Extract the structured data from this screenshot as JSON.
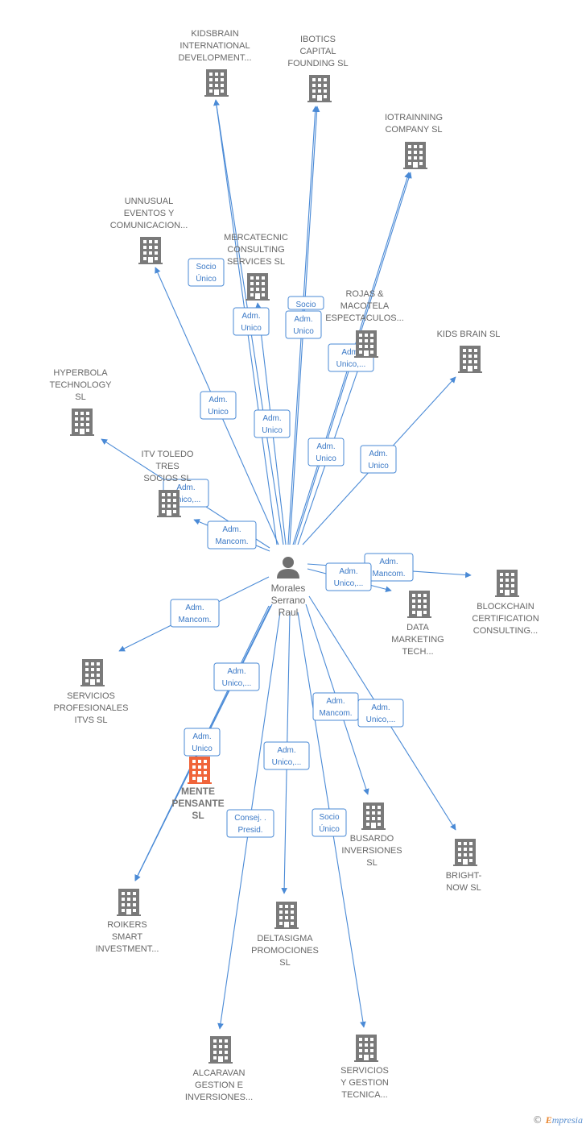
{
  "center": {
    "label": [
      "Morales",
      "Serrano",
      "Raul"
    ],
    "icon": "person-icon"
  },
  "nodes": [
    {
      "id": "kidsbrain-intl",
      "label": [
        "KIDSBRAIN",
        "INTERNATIONAL",
        "DEVELOPMENT..."
      ],
      "icon": "building-icon"
    },
    {
      "id": "ibotics",
      "label": [
        "IBOTICS",
        "CAPITAL",
        "FOUNDING  SL"
      ],
      "icon": "building-icon"
    },
    {
      "id": "iotrainning",
      "label": [
        "IOTRAINNING",
        "COMPANY  SL"
      ],
      "icon": "building-icon"
    },
    {
      "id": "unnusual",
      "label": [
        "UNNUSUAL",
        "EVENTOS Y",
        "COMUNICACION..."
      ],
      "icon": "building-icon"
    },
    {
      "id": "mercatecnic",
      "label": [
        "MERCATECNIC",
        "CONSULTING",
        "SERVICES  SL"
      ],
      "icon": "building-icon"
    },
    {
      "id": "rojas",
      "label": [
        "ROJAS &",
        "MACOTELA",
        "ESPECTACULOS..."
      ],
      "icon": "building-icon"
    },
    {
      "id": "kids-brain",
      "label": [
        "KIDS BRAIN SL"
      ],
      "icon": "building-icon"
    },
    {
      "id": "hyperbola",
      "label": [
        "HYPERBOLA",
        "TECHNOLOGY",
        "SL"
      ],
      "icon": "building-icon"
    },
    {
      "id": "itv-toledo",
      "label": [
        "ITV TOLEDO",
        "TRES",
        "SOCIOS SL"
      ],
      "icon": "building-icon"
    },
    {
      "id": "blockchain",
      "label": [
        "BLOCKCHAIN",
        "CERTIFICATION",
        "CONSULTING..."
      ],
      "icon": "building-icon"
    },
    {
      "id": "data-marketing",
      "label": [
        "DATA",
        "MARKETING",
        "TECH..."
      ],
      "icon": "building-icon"
    },
    {
      "id": "servicios-prof",
      "label": [
        "SERVICIOS",
        "PROFESIONALES",
        "ITVS SL"
      ],
      "icon": "building-icon"
    },
    {
      "id": "mente-pensante",
      "label": [
        "MENTE",
        "PENSANTE",
        "SL"
      ],
      "icon": "building-icon",
      "highlight": true
    },
    {
      "id": "busardo",
      "label": [
        "BUSARDO",
        "INVERSIONES",
        "SL"
      ],
      "icon": "building-icon"
    },
    {
      "id": "bright-now",
      "label": [
        "BRIGHT-",
        "NOW  SL"
      ],
      "icon": "building-icon"
    },
    {
      "id": "roikers",
      "label": [
        "ROIKERS",
        "SMART",
        "INVESTMENT..."
      ],
      "icon": "building-icon"
    },
    {
      "id": "deltasigma",
      "label": [
        "DELTASIGMA",
        "PROMOCIONES",
        "SL"
      ],
      "icon": "building-icon"
    },
    {
      "id": "alcaravan",
      "label": [
        "ALCARAVAN",
        "GESTION E",
        "INVERSIONES..."
      ],
      "icon": "building-icon"
    },
    {
      "id": "servicios-gestion",
      "label": [
        "SERVICIOS",
        "Y GESTION",
        "TECNICA..."
      ],
      "icon": "building-icon"
    }
  ],
  "edge_labels": [
    {
      "target": "unnusual",
      "label": [
        "Socio",
        "Único"
      ]
    },
    {
      "target": "kidsbrain-intl",
      "label": [
        "Adm.",
        "Unico"
      ]
    },
    {
      "target": "ibotics",
      "label": [
        "Socio",
        ""
      ]
    },
    {
      "target": "ibotics",
      "label": [
        "Adm.",
        "Unico"
      ]
    },
    {
      "target": "iotrainning",
      "label": [
        "Adm.",
        "Unico,..."
      ]
    },
    {
      "target": "unnusual",
      "label": [
        "Adm.",
        "Unico"
      ]
    },
    {
      "target": "mercatecnic",
      "label": [
        "Adm.",
        "Unico"
      ]
    },
    {
      "target": "rojas",
      "label": [
        "Adm.",
        "Unico"
      ]
    },
    {
      "target": "kids-brain",
      "label": [
        "Adm.",
        "Unico"
      ]
    },
    {
      "target": "hyperbola",
      "label": [
        "Adm.",
        "Unico,..."
      ]
    },
    {
      "target": "itv-toledo",
      "label": [
        "Adm.",
        "Mancom."
      ]
    },
    {
      "target": "blockchain",
      "label": [
        "Adm.",
        "Mancom."
      ]
    },
    {
      "target": "data-marketing",
      "label": [
        "Adm.",
        "Unico,..."
      ]
    },
    {
      "target": "servicios-prof",
      "label": [
        "Adm.",
        "Mancom."
      ]
    },
    {
      "target": "roikers",
      "label": [
        "Adm.",
        "Unico,..."
      ]
    },
    {
      "target": "mente-pensante",
      "label": [
        "Adm.",
        "Unico"
      ]
    },
    {
      "target": "busardo",
      "label": [
        "Adm.",
        "Mancom."
      ]
    },
    {
      "target": "bright-now",
      "label": [
        "Adm.",
        "Unico,..."
      ]
    },
    {
      "target": "deltasigma",
      "label": [
        "Adm.",
        "Unico,..."
      ]
    },
    {
      "target": "alcaravan",
      "label": [
        "Consej. .",
        "Presid."
      ]
    },
    {
      "target": "servicios-gestion",
      "label": [
        "Socio",
        "Único"
      ]
    }
  ],
  "colors": {
    "edge": "#4a8ad6",
    "building": "#7a7a7a",
    "highlight": "#f0643a",
    "person": "#6f6f6f"
  },
  "footer": {
    "copyright": "©",
    "brand_initial": "E",
    "brand_rest": "mpresia"
  }
}
